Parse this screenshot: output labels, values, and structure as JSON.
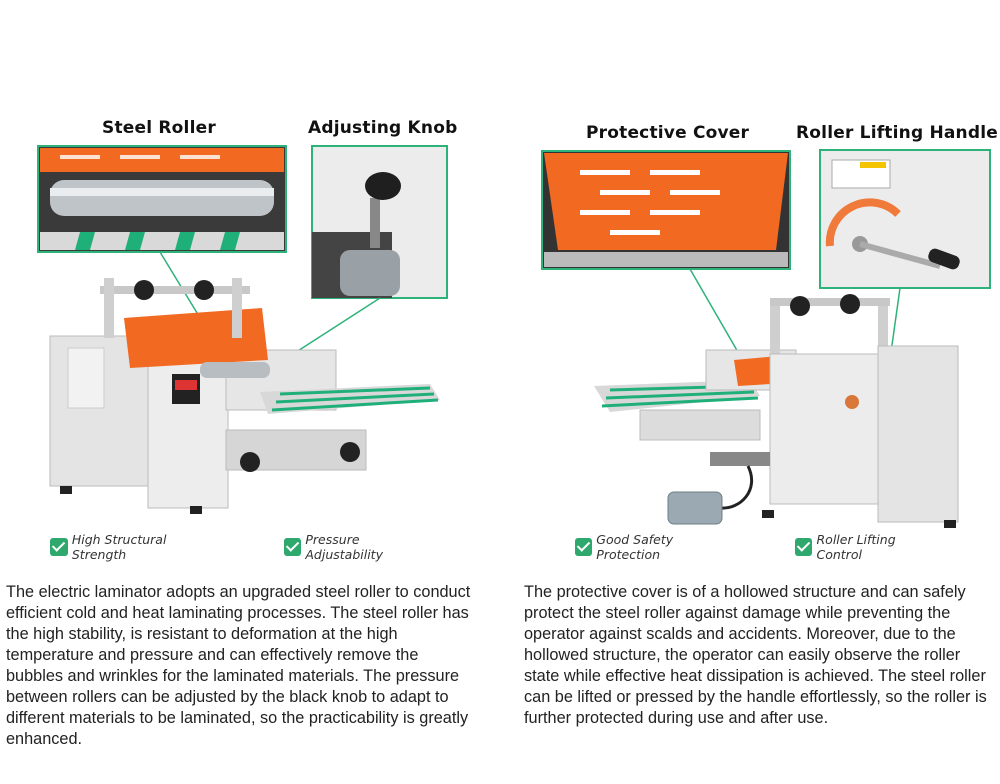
{
  "left": {
    "callouts": [
      "Steel Roller",
      "Adjusting Knob"
    ],
    "features": [
      "High Structural Strength",
      "Pressure Adjustability"
    ],
    "description": "The electric laminator adopts an upgraded steel roller to conduct efficient cold and heat laminating processes. The steel roller has the high stability, is resistant to deformation at the high temperature and pressure and can effectively remove the bubbles and wrinkles for the laminated materials. The pressure between rollers can be adjusted by the black knob to adapt to different materials to be laminated, so the practicability is greatly enhanced."
  },
  "right": {
    "callouts": [
      "Protective Cover",
      "Roller Lifting Handle"
    ],
    "features": [
      "Good Safety Protection",
      "Roller Lifting Control"
    ],
    "description": "The protective cover is of a hollowed structure and can safely protect the steel roller against damage while preventing the operator against scalds and accidents. Moreover, due to the hollowed structure, the operator can easily observe the roller state while effective heat dissipation is achieved. The steel roller can be lifted or pressed by the handle effortlessly, so the roller is further protected during use and after use."
  },
  "colors": {
    "accent": "#2db37a",
    "cover": "#f26a22",
    "body": "#e8e8e8"
  },
  "icons": [
    "check-icon"
  ]
}
